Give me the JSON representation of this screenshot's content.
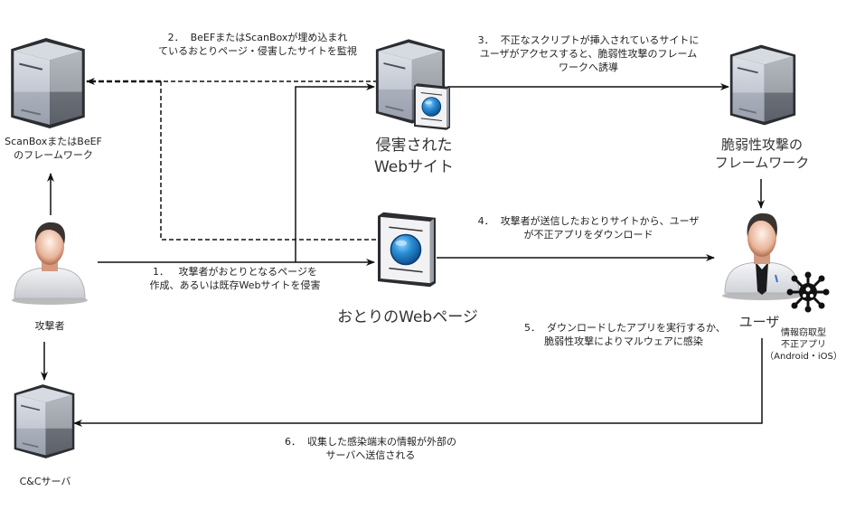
{
  "nodes": {
    "framework_server": {
      "label_line1": "ScanBoxまたはBeEF",
      "label_line2": "のフレームワーク",
      "icon": "server-icon"
    },
    "compromised_site": {
      "label_line1": "侵害された",
      "label_line2": "Webサイト",
      "icon": "server-with-webpage-icon"
    },
    "exploit_framework": {
      "label_line1": "脆弱性攻撃の",
      "label_line2": "フレームワーク",
      "icon": "server-icon"
    },
    "attacker": {
      "label": "攻撃者",
      "icon": "person-icon"
    },
    "decoy_page": {
      "label": "おとりのWebページ",
      "icon": "webpage-icon"
    },
    "user": {
      "label": "ユーザ",
      "icon": "businessman-icon"
    },
    "malware": {
      "label_line1": "情報窃取型",
      "label_line2": "不正アプリ",
      "label_line3": "（Android・iOS）",
      "icon": "virus-icon"
    },
    "cc_server": {
      "label": "C&Cサーバ",
      "icon": "server-icon"
    }
  },
  "steps": [
    {
      "num": "1．",
      "line1": "攻撃者がおとりとなるページを",
      "line2": "作成、あるいは既存Webサイトを侵害"
    },
    {
      "num": "2．",
      "line1": "BeEFまたはScanBoxが埋め込まれ",
      "line2": "ているおとりページ・侵害したサイトを監視"
    },
    {
      "num": "3．",
      "line1": "不正なスクリプトが挿入されているサイトに",
      "line2": "ユーザがアクセスすると、脆弱性攻撃のフレーム",
      "line3": "ワークへ誘導"
    },
    {
      "num": "4．",
      "line1": "攻撃者が送信したおとりサイトから、ユーザ",
      "line2": "が不正アプリをダウンロード"
    },
    {
      "num": "5．",
      "line1": "ダウンロードしたアプリを実行するか、",
      "line2": "脆弱性攻撃によりマルウェアに感染"
    },
    {
      "num": "6．",
      "line1": "収集した感染端末の情報が外部の",
      "line2": "サーバへ送信される"
    }
  ],
  "colors": {
    "line": "#111111",
    "server_light": "#c9ced8",
    "server_dark": "#6a6f78",
    "globe": "#2a8fd6"
  }
}
